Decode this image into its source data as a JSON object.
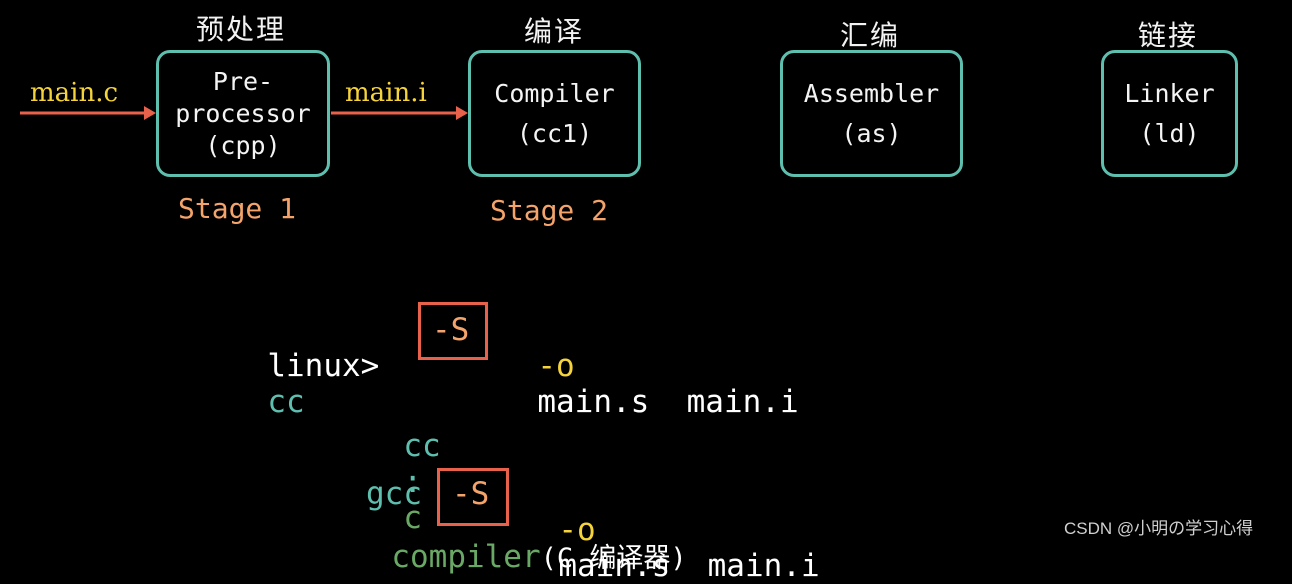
{
  "stages": [
    {
      "cn": "预处理",
      "box_lines": [
        "Pre-",
        "processor",
        "(cpp)"
      ],
      "stage_label": "Stage 1"
    },
    {
      "cn": "编译",
      "box_lines": [
        "Compiler",
        "(cc1)"
      ],
      "stage_label": "Stage 2"
    },
    {
      "cn": "汇编",
      "box_lines": [
        "Assembler",
        "(as)"
      ]
    },
    {
      "cn": "链接",
      "box_lines": [
        "Linker",
        "(ld)"
      ]
    }
  ],
  "flow": {
    "input": "main.c",
    "mid": "main.i"
  },
  "cmd1": {
    "prompt": "linux>",
    "cc": "cc",
    "flag": "-S",
    "opt": "-o",
    "args": "main.s  main.i"
  },
  "note": {
    "cc": "cc",
    "colon": ":",
    "c": "c",
    "compiler": "compiler",
    "paren": "(C 编译器)"
  },
  "cmd2": {
    "gcc": "gcc",
    "flag": "-S",
    "opt": "-o",
    "args": "main.s  main.i"
  },
  "watermark": "CSDN @小明の学习心得",
  "colors": {
    "box_border": "#5fbfae",
    "arrow": "#e8614a",
    "file_label": "#f5d33b",
    "stage": "#f4a46a",
    "cc": "#5fbfae",
    "compiler": "#6aa865",
    "highlight": "#e8614a"
  }
}
